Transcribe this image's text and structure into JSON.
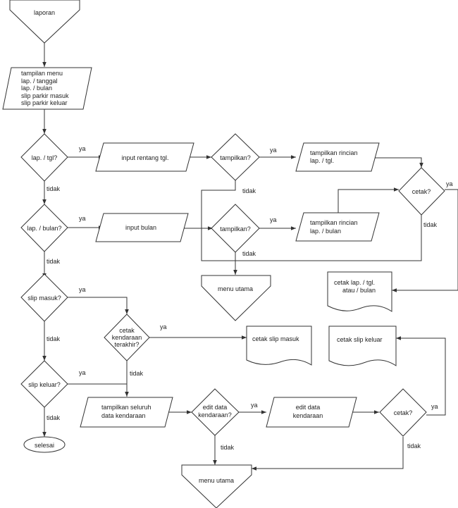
{
  "start": {
    "label": "laporan"
  },
  "menu": {
    "lines": [
      "tampilan menu",
      "lap. / tanggal",
      "lap. / bulan",
      "slip parkir masuk",
      "slip parkir keluar"
    ]
  },
  "decisions": {
    "lap_tgl": "lap. / tgl?",
    "lap_bulan": "lap. / bulan?",
    "slip_masuk": "slip masuk?",
    "slip_keluar": "slip keluar?",
    "tampilkan_1": "tampilkan?",
    "tampilkan_2": "tampilkan?",
    "cetak_1": "cetak?",
    "cetak_kendaraan": [
      "cetak",
      "kendaraan",
      "terakhir?"
    ],
    "edit_data": [
      "edit data",
      "kendaraan?"
    ],
    "cetak_2": "cetak?"
  },
  "io": {
    "input_rentang": "input rentang tgl.",
    "input_bulan": "input bulan",
    "rincian_tgl": [
      "tampilkan rincian",
      "lap. / tgl."
    ],
    "rincian_bulan": [
      "tampilkan rincian",
      "lap. / bulan"
    ],
    "seluruh": [
      "tampilkan seluruh",
      "data kendaraan"
    ],
    "edit": [
      "edit data",
      "kendaraan"
    ]
  },
  "documents": {
    "cetak_lap": [
      "cetak lap. / tgl.",
      "atau / bulan"
    ],
    "slip_masuk": "cetak slip masuk",
    "slip_keluar": "cetak slip keluar"
  },
  "terminators": {
    "menu_utama_1": "menu utama",
    "menu_utama_2": "menu utama",
    "selesai": "selesai"
  },
  "edge_labels": {
    "ya": "ya",
    "tidak": "tidak"
  }
}
